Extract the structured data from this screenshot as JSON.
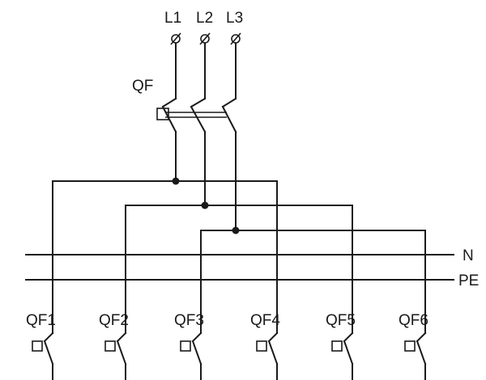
{
  "phases": [
    "L1",
    "L2",
    "L3"
  ],
  "main_breaker": "QF",
  "buses": {
    "neutral": "N",
    "protective_earth": "PE"
  },
  "branch_breakers": [
    "QF1",
    "QF2",
    "QF3",
    "QF4",
    "QF5",
    "QF6"
  ],
  "line_color": "#1a1a1a"
}
